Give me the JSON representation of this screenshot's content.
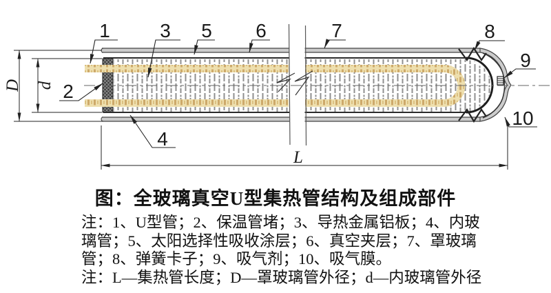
{
  "figure": {
    "title": "图：全玻璃真空U型集热管结构及组成部件",
    "notes": [
      "注：1、U型管；2、保温管堵；3、导热金属铝板；4、内玻",
      "璃管；5、太阳选择性吸收涂层；6、真空夹层；7、罩玻璃",
      "管；8、弹簧卡子；9、吸气剂；10、吸气膜。",
      "注：L—集热管长度；D—罩玻璃管外径；d—内玻璃管外径"
    ]
  },
  "labels": {
    "n1": "1",
    "n2": "2",
    "n3": "3",
    "n4": "4",
    "n5": "5",
    "n6": "6",
    "n7": "7",
    "n8": "8",
    "n9": "9",
    "n10": "10",
    "dim_D": "D",
    "dim_d": "d",
    "dim_L": "L"
  },
  "colors": {
    "u_tube_fill": "#eedfae",
    "u_tube_tick": "#cda96a",
    "tube_glass_gray": "#cccccc",
    "outline": "#444444",
    "plug_dark": "#3c3c3c"
  }
}
